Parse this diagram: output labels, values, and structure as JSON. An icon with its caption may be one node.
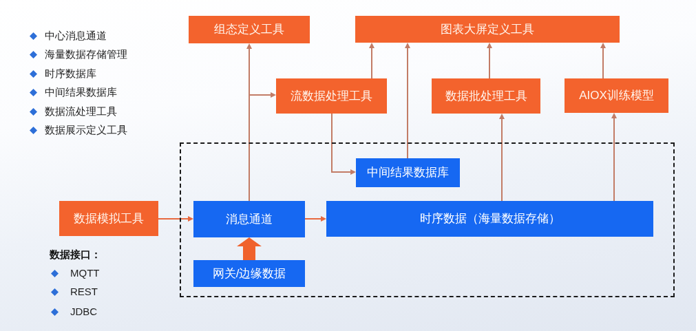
{
  "diagram": {
    "nodes": [
      {
        "text": [
          "组态定义工具"
        ]
      },
      {
        "text": [
          "图表大屏定义工具"
        ]
      },
      {
        "text": [
          "流数据处理工具"
        ]
      },
      {
        "text": [
          "数据批处理工具"
        ]
      },
      {
        "text": [
          "AIOX训练模型"
        ]
      },
      {
        "text": [
          "数据模拟工具"
        ]
      },
      {
        "text": [],
        "shape": "box"
      },
      {
        "text": [
          "中间结果数据库"
        ],
        "in": 6
      },
      {
        "text": [
          "消息通道"
        ],
        "in": 6
      },
      {
        "text": [
          "时序数据（海量数据存储）"
        ],
        "in": 6
      },
      {
        "text": [
          "网关/边缘数据"
        ],
        "in": 6
      }
    ],
    "edges": [
      {
        "from": 8,
        "to": 0,
        "arrow": "to"
      },
      {
        "from": 8,
        "to": 2,
        "arrow": "to"
      },
      {
        "from": 2,
        "to": 7,
        "arrow": "to"
      },
      {
        "from": 2,
        "to": 1,
        "arrow": "to"
      },
      {
        "from": 7,
        "to": 1,
        "arrow": "to"
      },
      {
        "from": 3,
        "to": 1,
        "arrow": "to"
      },
      {
        "from": 4,
        "to": 1,
        "arrow": "to"
      },
      {
        "from": 9,
        "to": 3,
        "arrow": "to"
      },
      {
        "from": 9,
        "to": 4,
        "arrow": "to"
      },
      {
        "from": 5,
        "to": 8,
        "arrow": "to",
        "color": "#e8693f"
      },
      {
        "from": 8,
        "to": 9,
        "arrow": "to",
        "color": "#e8693f"
      },
      {
        "from": 10,
        "to": 8,
        "arrow": "to",
        "style": "thick",
        "color": "#f0622c"
      }
    ],
    "labels": [
      "中心消息通道",
      "海量数据存储管理",
      "时序数据库",
      "中间结果数据库",
      "数据流处理工具",
      "数据展示定义工具",
      "数据接口：",
      "MQTT",
      "REST",
      "JDBC"
    ]
  }
}
